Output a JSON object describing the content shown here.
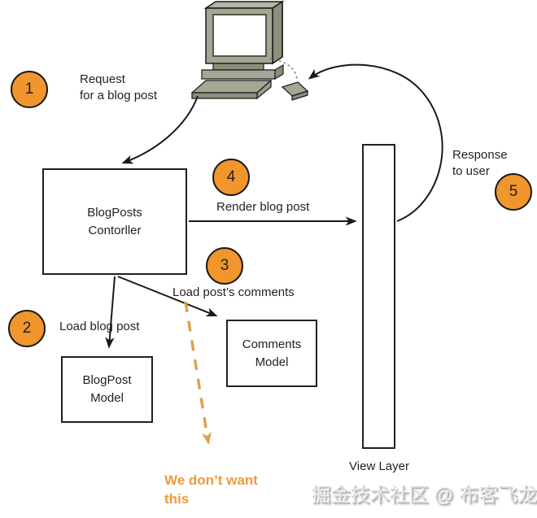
{
  "canvas": {
    "background": "#ffffff"
  },
  "colors": {
    "accent_orange": "#F0962D",
    "dashed_orange": "#DFA14E",
    "ink": "#231F20",
    "computer_body": "#a6a694",
    "computer_shade": "#8d8d7c"
  },
  "steps": {
    "s1": {
      "num": "1",
      "label": "Request\nfor a blog post"
    },
    "s2": {
      "num": "2",
      "label": "Load blog post"
    },
    "s3": {
      "num": "3",
      "label": "Load post’s comments"
    },
    "s4": {
      "num": "4",
      "label": "Render blog post"
    },
    "s5": {
      "num": "5",
      "label": "Response\nto user"
    }
  },
  "boxes": {
    "controller": "BlogPosts\nContorller",
    "blogpost_model": "BlogPost\nModel",
    "comments_model": "Comments\nModel",
    "view_layer_label": "View Layer"
  },
  "note": "We don’t want\nthis",
  "watermark": "掘金技术社区 @ 布客飞龙",
  "icons": {
    "computer": "desktop-computer-icon"
  }
}
